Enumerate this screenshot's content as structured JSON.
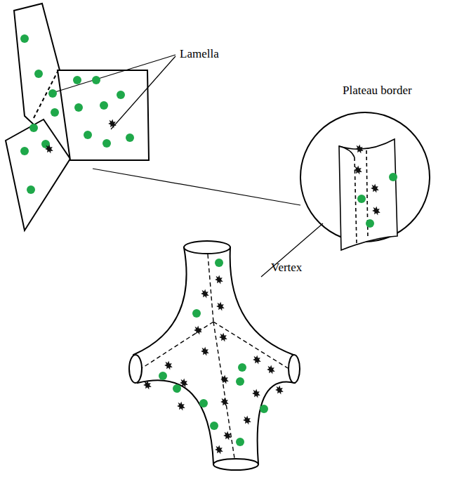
{
  "diagram": {
    "labels": [
      "Lamella",
      "Plateau border",
      "Vertex"
    ]
  }
}
